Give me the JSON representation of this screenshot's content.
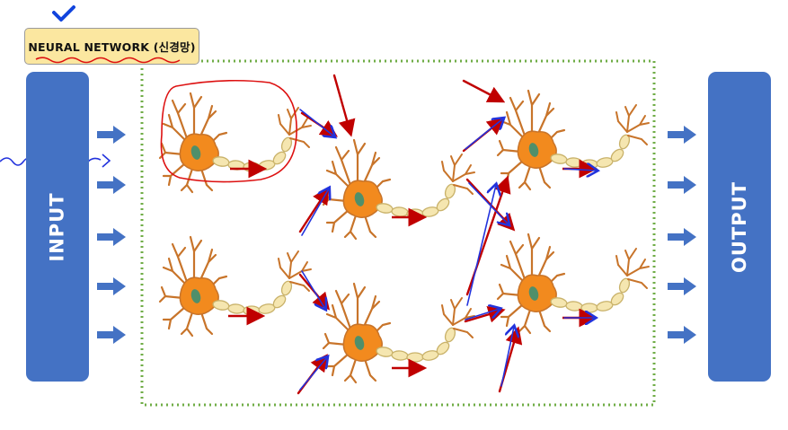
{
  "title": "NEURAL NETWORK (신경망)",
  "input_label": "INPUT",
  "output_label": "OUTPUT",
  "colors": {
    "io_box": "#4472c4",
    "title_bg": "#fbe7a0",
    "dotted_border": "#70ad47",
    "axon_red": "#c00000",
    "annotation_blue": "#2233dd",
    "neuron_orange": "#f28a1e",
    "neuron_dendrite": "#c8742a",
    "neuron_nucleus": "#4f8f6a",
    "myelin": "#f5e6b0"
  },
  "icons": {
    "neuron": "neuron-icon",
    "signal_arrow": "arrow-right-icon",
    "checkmark": "checkmark-icon"
  }
}
